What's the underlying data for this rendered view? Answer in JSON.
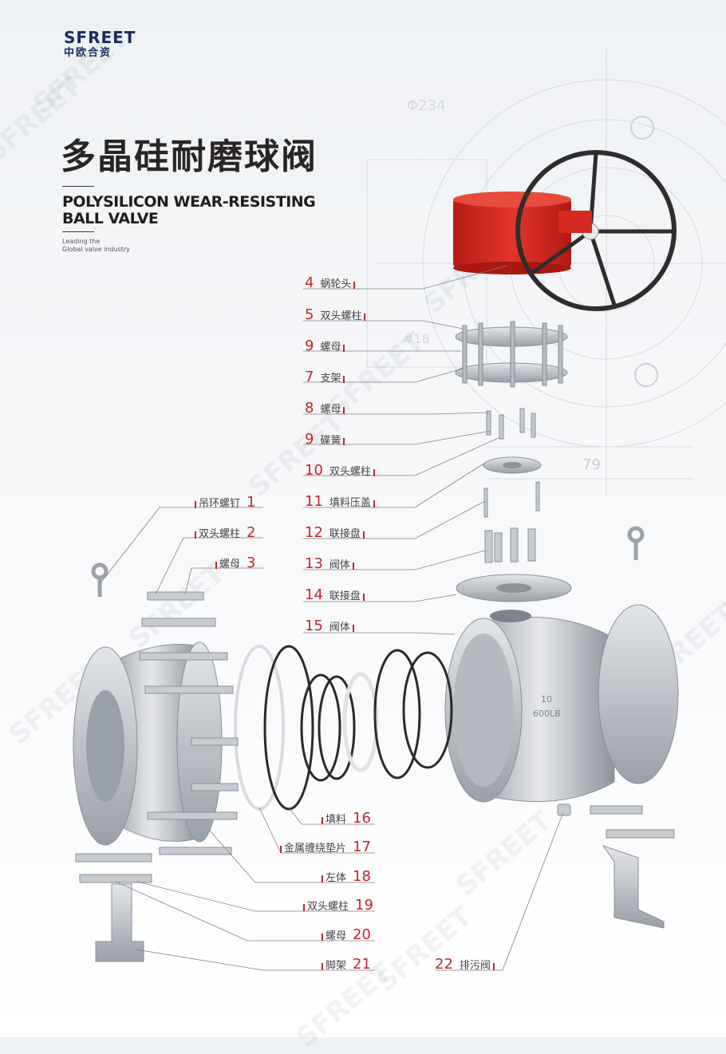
{
  "brand": {
    "name": "SFREET",
    "subtitle": "中欧合资"
  },
  "title_cn": "多晶硅耐磨球阀",
  "title_en_line1": "POLYSILICON WEAR-RESISTING",
  "title_en_line2": "BALL VALVE",
  "tagline_line1": "Leading the",
  "tagline_line2": "Global valve industry",
  "watermark": "SFREET",
  "body_marking": {
    "size": "10",
    "rating": "600LB"
  },
  "drawing_dims": {
    "d1": "Φ234",
    "d2": "79",
    "d3": "#18"
  },
  "parts_right": [
    {
      "num": "4",
      "label": "蜗轮头"
    },
    {
      "num": "5",
      "label": "双头螺柱"
    },
    {
      "num": "9",
      "label": "螺母"
    },
    {
      "num": "7",
      "label": "支架"
    },
    {
      "num": "8",
      "label": "螺母"
    },
    {
      "num": "9",
      "label": "碟簧"
    },
    {
      "num": "10",
      "label": "双头螺柱"
    },
    {
      "num": "11",
      "label": "填料压盖"
    },
    {
      "num": "12",
      "label": "联接盘"
    },
    {
      "num": "13",
      "label": "阀体"
    },
    {
      "num": "14",
      "label": "联接盘"
    },
    {
      "num": "15",
      "label": "阀体"
    }
  ],
  "parts_left": [
    {
      "num": "1",
      "label": "吊环螺钉"
    },
    {
      "num": "2",
      "label": "双头螺柱"
    },
    {
      "num": "3",
      "label": "螺母"
    }
  ],
  "parts_bottom": [
    {
      "num": "16",
      "label": "填料"
    },
    {
      "num": "17",
      "label": "金属缠绕垫片"
    },
    {
      "num": "18",
      "label": "左体"
    },
    {
      "num": "19",
      "label": "双头螺柱"
    },
    {
      "num": "20",
      "label": "螺母"
    },
    {
      "num": "21",
      "label": "脚架"
    }
  ],
  "part_22": {
    "num": "22",
    "label": "排污阀"
  },
  "colors": {
    "accent": "#c8232c",
    "brand": "#1d2b5a",
    "actuator": "#d8281f",
    "metal": "#c9ccd1"
  }
}
